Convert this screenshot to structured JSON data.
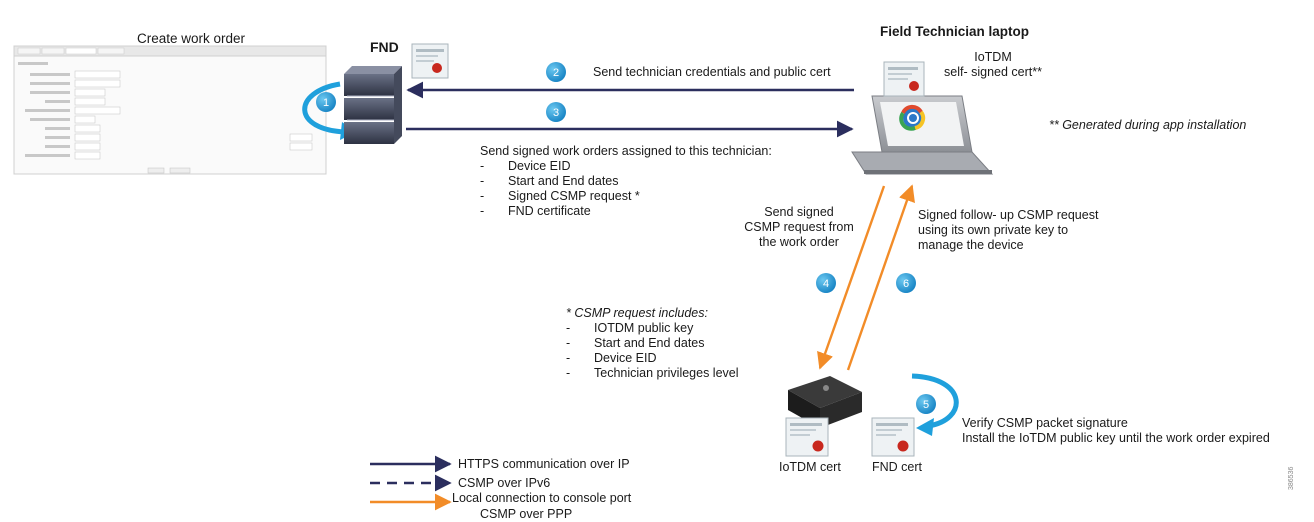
{
  "titles": {
    "create_work_order": "Create work order",
    "fnd": "FND",
    "field_tech_laptop": "Field Technician laptop"
  },
  "laptop": {
    "cert_line1": "IoTDM",
    "cert_line2": "self- signed cert**",
    "footnote": "** Generated during app installation"
  },
  "steps": {
    "s1": "1",
    "s2": "2",
    "s3": "3",
    "s4": "4",
    "s5": "5",
    "s6": "6"
  },
  "messages": {
    "step2": "Send technician credentials and public cert",
    "step3_header": "Send signed work orders assigned to this technician:",
    "step3_items": [
      "Device EID",
      "Start and End dates",
      "Signed CSMP request *",
      "FND certificate"
    ],
    "step4_line1": "Send signed",
    "step4_line2": "CSMP request from",
    "step4_line3": "the work order",
    "step6_line1": "Signed follow- up CSMP request",
    "step6_line2": "using its own private key to",
    "step6_line3": "manage the device",
    "step5_line1": "Verify CSMP packet signature",
    "step5_line2": "Install the IoTDM public key until the work order expired"
  },
  "csmp_note": {
    "header": "* CSMP request includes:",
    "items": [
      "IOTDM public key",
      "Start and End dates",
      "Device EID",
      "Technician privileges level"
    ]
  },
  "device_certs": {
    "iotdm": "IoTDM cert",
    "fnd": "FND cert"
  },
  "legend": {
    "https": "HTTPS communication over IP",
    "csmp_ipv6": "CSMP over IPv6",
    "local_line1": "Local connection to console port",
    "local_line2": "CSMP over PPP"
  },
  "list_dash": "-",
  "figure_id": "386536",
  "colors": {
    "navy": "#2b2e5e",
    "orange": "#f28c28",
    "step_blue": "#1fa0dc",
    "cert_red": "#c8281e"
  }
}
